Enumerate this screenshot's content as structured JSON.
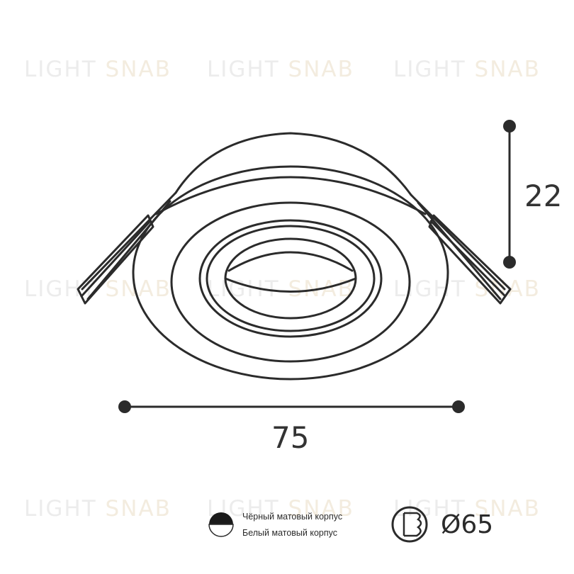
{
  "watermark": {
    "word1": "LIGHT",
    "word2": "SNAB"
  },
  "dimensions": {
    "height": "22",
    "width": "75"
  },
  "legend": {
    "black": "Чёрный матовый корпус",
    "white": "Белый матовый корпус"
  },
  "cutout": {
    "label": "Ø65",
    "icon": "cutout-hole-icon"
  },
  "colors": {
    "stroke": "#2b2b2b",
    "watermark": "#ececec"
  }
}
